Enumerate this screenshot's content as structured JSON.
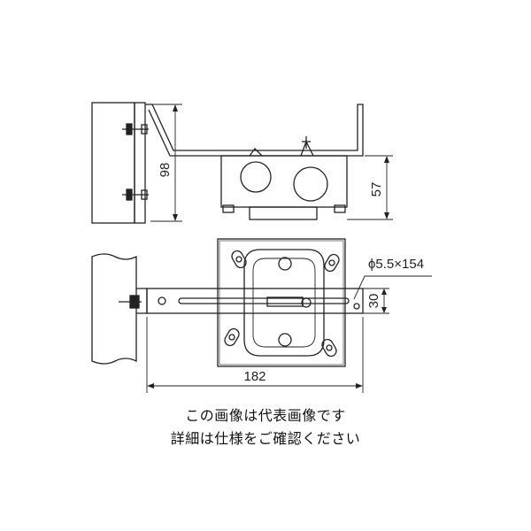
{
  "dimensions": {
    "side_height": "98",
    "box_depth": "57",
    "hole_spec": "ϕ5.5×154",
    "bar_width": "30",
    "overall_length": "182"
  },
  "caption": {
    "line1": "この画像は代表画像です",
    "line2": "詳細は仕様をご確認ください"
  }
}
